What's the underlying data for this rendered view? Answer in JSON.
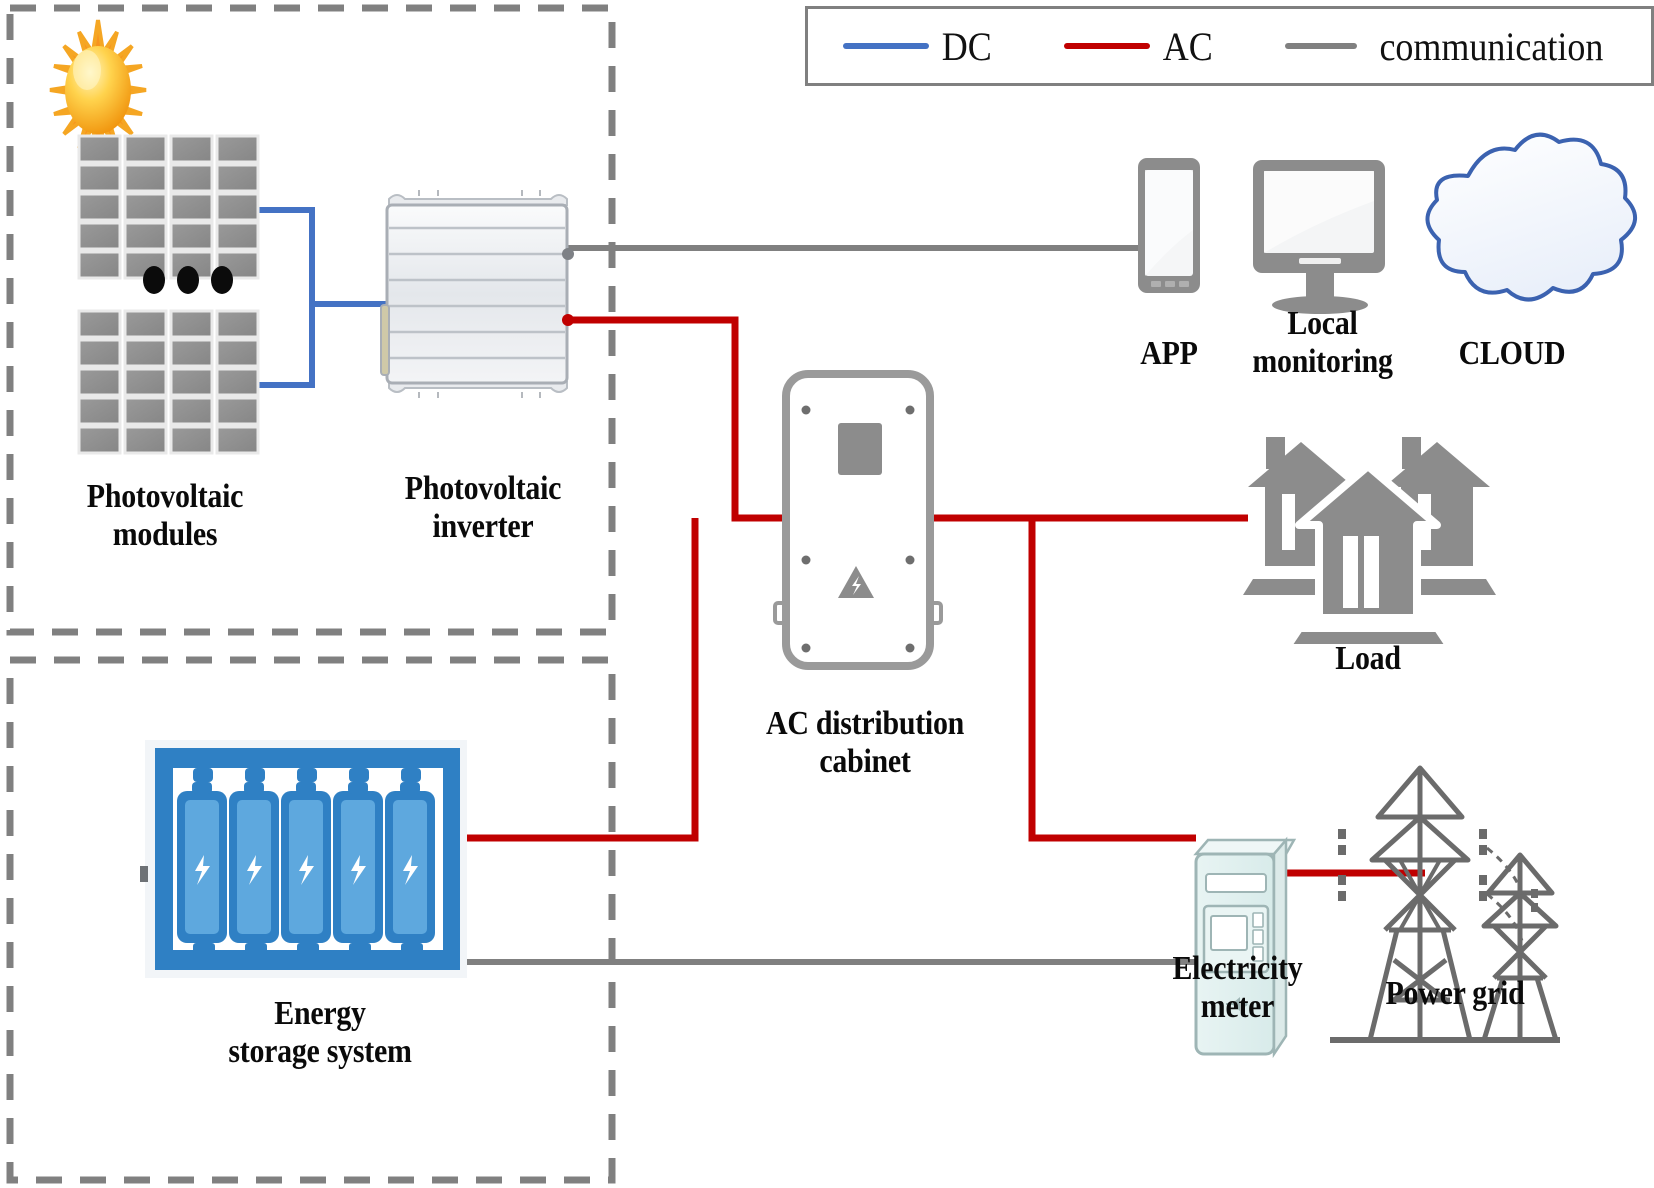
{
  "diagram": {
    "title": "Photovoltaic energy storage system architecture",
    "colors": {
      "dc": "#4472C4",
      "ac": "#C00000",
      "communication": "#808080",
      "dashed_group_border": "#808080",
      "device_gray": "#8C8C8C",
      "battery_blue": "#2F80C4",
      "battery_cell": "#5EA8DE",
      "meter_body": "#E2EFEF",
      "cloud_outline": "#3B62B0"
    },
    "legend": {
      "items": [
        {
          "label": "DC",
          "color": "#4472C4",
          "name": "dc"
        },
        {
          "label": "AC",
          "color": "#C00000",
          "name": "ac"
        },
        {
          "label": "communication",
          "color": "#808080",
          "name": "communication"
        }
      ]
    },
    "groups": [
      {
        "name": "pv-group",
        "style": "dashed"
      },
      {
        "name": "storage-group",
        "style": "dashed"
      }
    ],
    "nodes": {
      "sun": {
        "label": "",
        "icon": "sun-icon"
      },
      "pv_modules": {
        "label": "Photovoltaic\nmodules",
        "line1": "Photovoltaic",
        "line2": "modules",
        "icon": "solar-panel-icon",
        "array_rows": 5,
        "array_cols": 4,
        "arrays": 2,
        "ellipsis": "●●●"
      },
      "pv_inverter": {
        "label": "Photovoltaic\ninverter",
        "line1": "Photovoltaic",
        "line2": "inverter",
        "icon": "inverter-icon"
      },
      "energy_storage": {
        "label": "Energy\nstorage system",
        "line1": "Energy",
        "line2": "storage system",
        "icon": "battery-rack-icon",
        "battery_count": 5
      },
      "ac_cabinet": {
        "label": "AC distribution\ncabinet",
        "line1": "AC distribution",
        "line2": "cabinet",
        "icon": "cabinet-icon",
        "hazard": "high-voltage-icon"
      },
      "app": {
        "label": "APP",
        "icon": "smartphone-icon"
      },
      "local_monitoring": {
        "label": "Local\nmonitoring",
        "line1": "Local",
        "line2": "monitoring",
        "icon": "monitor-icon"
      },
      "cloud": {
        "label": "CLOUD",
        "icon": "cloud-icon"
      },
      "load": {
        "label": "Load",
        "icon": "houses-icon",
        "house_count": 3
      },
      "electricity_meter": {
        "label": "Electricity\nmeter",
        "line1": "Electricity",
        "line2": "meter",
        "icon": "electricity-meter-icon"
      },
      "power_grid": {
        "label": "Power grid",
        "icon": "transmission-tower-icon",
        "tower_count": 2
      }
    },
    "connections": [
      {
        "from": "pv_modules",
        "to": "pv_inverter",
        "type": "DC",
        "color": "#4472C4"
      },
      {
        "from": "pv_inverter",
        "to": "ac_cabinet",
        "type": "AC",
        "color": "#C00000"
      },
      {
        "from": "energy_storage",
        "to": "ac_cabinet",
        "type": "AC",
        "color": "#C00000"
      },
      {
        "from": "ac_cabinet",
        "to": "load",
        "type": "AC",
        "color": "#C00000"
      },
      {
        "from": "ac_cabinet",
        "to": "electricity_meter",
        "type": "AC",
        "color": "#C00000"
      },
      {
        "from": "electricity_meter",
        "to": "power_grid",
        "type": "AC",
        "color": "#C00000"
      },
      {
        "from": "pv_inverter",
        "to": "app",
        "type": "communication",
        "color": "#808080"
      },
      {
        "from": "energy_storage",
        "to": "electricity_meter",
        "type": "communication",
        "color": "#808080"
      }
    ]
  }
}
